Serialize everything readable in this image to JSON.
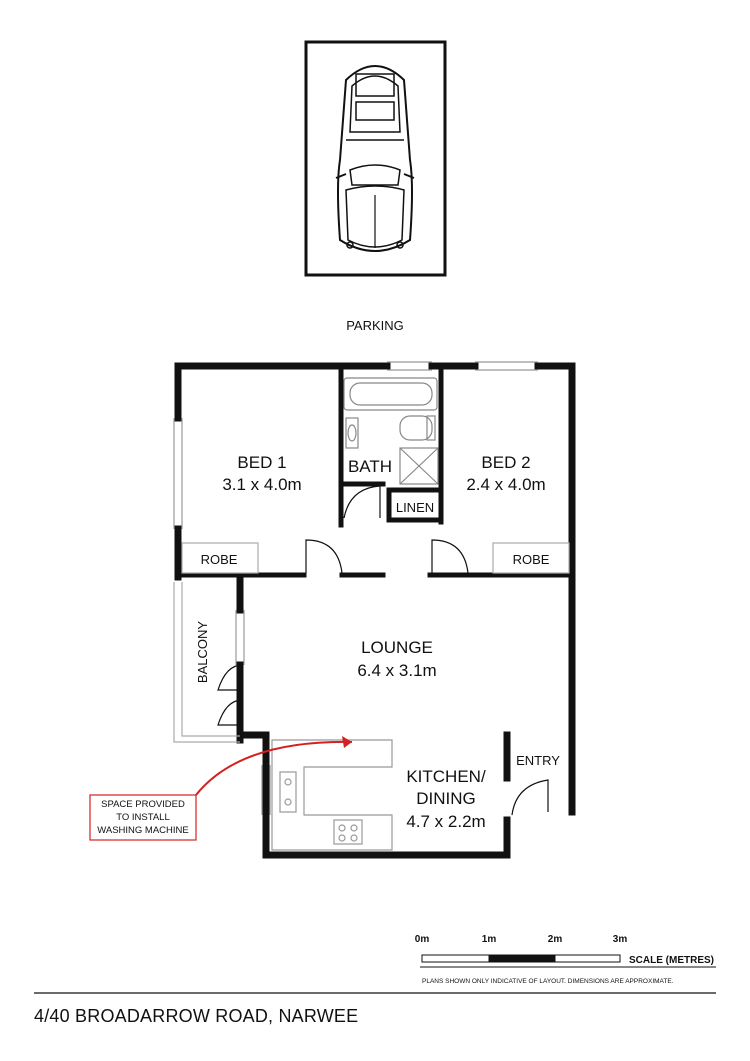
{
  "parking": {
    "label": "PARKING",
    "icon": "car-icon"
  },
  "rooms": {
    "bed1": {
      "name": "BED 1",
      "size": "3.1 x 4.0m"
    },
    "bed2": {
      "name": "BED 2",
      "size": "2.4 x 4.0m"
    },
    "bath": {
      "name": "BATH"
    },
    "linen": {
      "name": "LINEN"
    },
    "robe1": {
      "name": "ROBE"
    },
    "robe2": {
      "name": "ROBE"
    },
    "lounge": {
      "name": "LOUNGE",
      "size": "6.4 x 3.1m"
    },
    "balcony": {
      "name": "BALCONY"
    },
    "kitchen": {
      "name_line1": "KITCHEN/",
      "name_line2": "DINING",
      "size": "4.7 x 2.2m"
    },
    "entry": {
      "name": "ENTRY"
    }
  },
  "callout": {
    "line1": "SPACE PROVIDED",
    "line2": "TO INSTALL",
    "line3": "WASHING MACHINE",
    "color": "#d42020"
  },
  "scale": {
    "ticks": [
      "0m",
      "1m",
      "2m",
      "3m"
    ],
    "title": "SCALE (METRES)",
    "disclaimer": "PLANS SHOWN ONLY INDICATIVE OF LAYOUT.  DIMENSIONS ARE APPROXIMATE."
  },
  "address": "4/40 BROADARROW ROAD, NARWEE"
}
